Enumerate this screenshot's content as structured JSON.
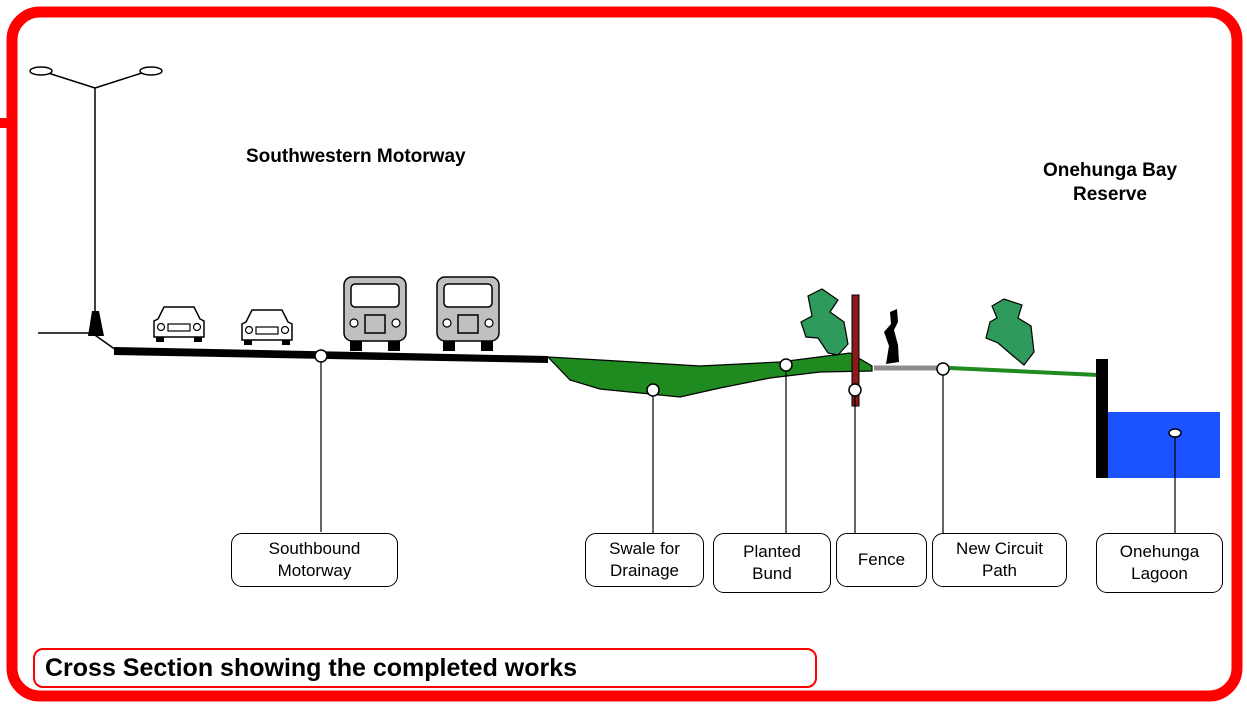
{
  "headings": {
    "motorway": "Southwestern Motorway",
    "reserve": "Onehunga Bay\nReserve"
  },
  "labels": [
    {
      "id": "southbound-motorway",
      "text": "Southbound\nMotorway"
    },
    {
      "id": "swale-for-drainage",
      "text": "Swale for\nDrainage"
    },
    {
      "id": "planted-bund",
      "text": "Planted\nBund"
    },
    {
      "id": "fence",
      "text": "Fence"
    },
    {
      "id": "new-circuit-path",
      "text": "New Circuit\nPath"
    },
    {
      "id": "onehunga-lagoon",
      "text": "Onehunga\nLagoon"
    }
  ],
  "caption": "Cross Section showing the completed works",
  "colors": {
    "frame": "#ff0000",
    "vegetation": "#1f8a1f",
    "trees": "#2e9a5c",
    "water": "#1a53ff",
    "fence": "#8b1a1a",
    "path": "#8c8c8c",
    "road": "#000000",
    "vehicle": "#c0c0c0"
  }
}
